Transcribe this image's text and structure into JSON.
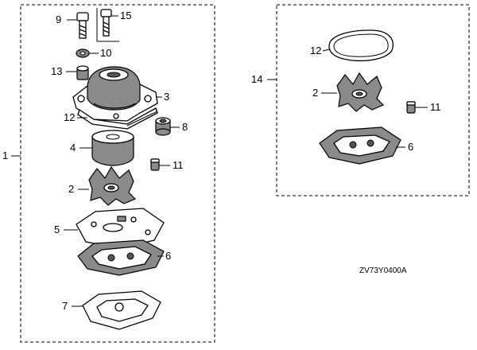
{
  "diagram": {
    "drawing_code": "ZV73Y0400A",
    "callouts": {
      "c1": "1",
      "c9": "9",
      "c15": "15",
      "c10": "10",
      "c13": "13",
      "c3": "3",
      "c12a": "12",
      "c8": "8",
      "c4": "4",
      "c11a": "11",
      "c2a": "2",
      "c5": "5",
      "c6a": "6",
      "c7": "7",
      "c14": "14",
      "c12b": "12",
      "c2b": "2",
      "c11b": "11",
      "c6b": "6"
    }
  }
}
